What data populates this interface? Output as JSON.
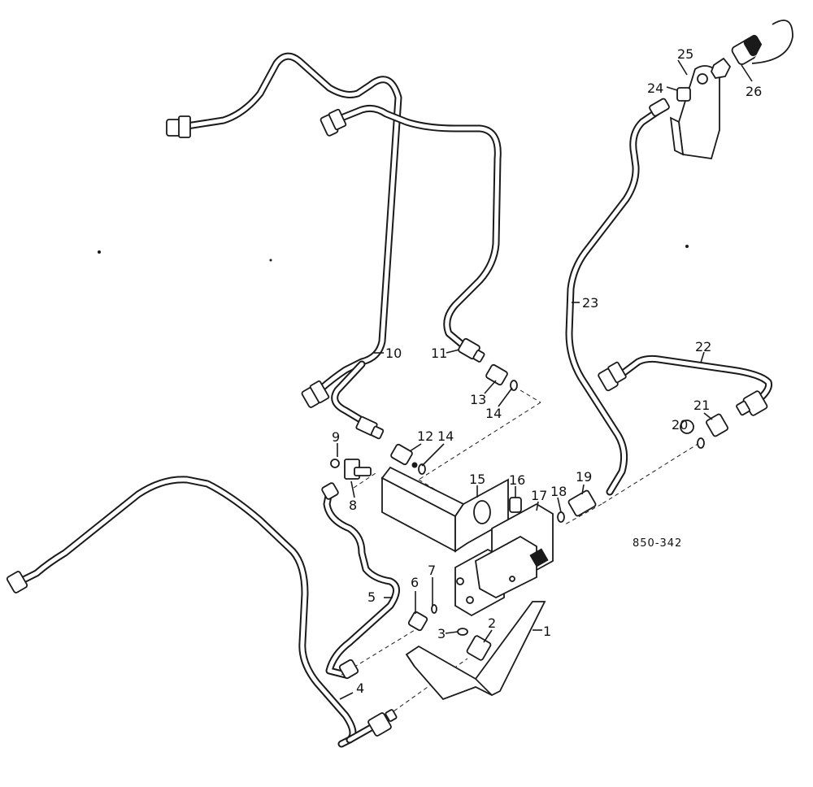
{
  "diagram": {
    "code": "850-342",
    "callouts": [
      "1",
      "2",
      "3",
      "4",
      "5",
      "6",
      "7",
      "8",
      "9",
      "10",
      "11",
      "12",
      "13",
      "14",
      "14",
      "15",
      "16",
      "17",
      "18",
      "19",
      "20",
      "21",
      "22",
      "23",
      "24",
      "25",
      "26"
    ]
  }
}
